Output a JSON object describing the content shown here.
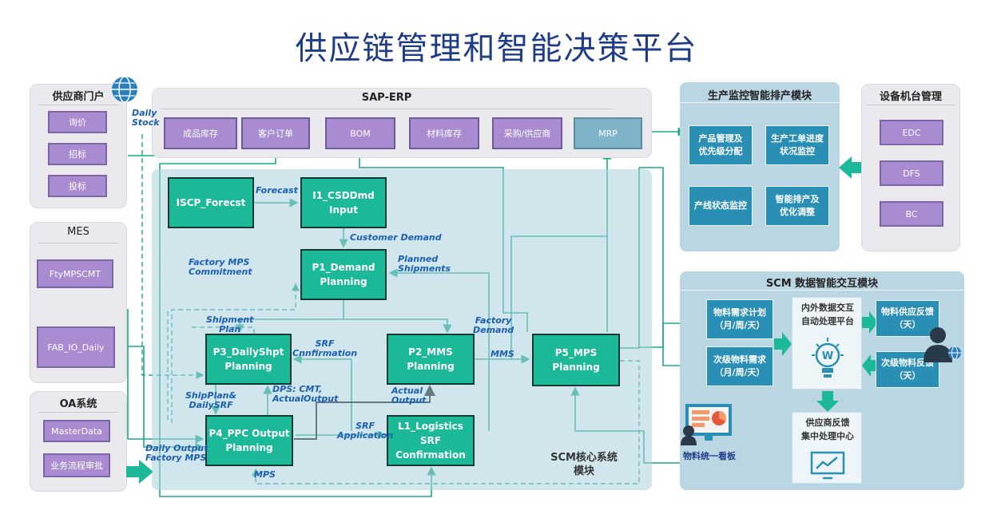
{
  "title": "供应链管理和智能决策平台",
  "supplier_portal": {
    "title": "供应商门户",
    "items": [
      "询价",
      "招标",
      "投标"
    ]
  },
  "mes": {
    "title": "MES",
    "items": [
      "FtyMPSCMT",
      "FAB_IO_Daily"
    ]
  },
  "oa": {
    "title": "OA系统",
    "items": [
      "MasterData",
      "业务流程审批"
    ]
  },
  "sap": {
    "title": "SAP-ERP",
    "items": [
      "成品库存",
      "客户订单",
      "BOM",
      "材料库存",
      "采购/供应商"
    ],
    "mrp": "MRP"
  },
  "production_monitor": {
    "title": "生产监控智能排产模块",
    "items": [
      "产品管理及\n优先级分配",
      "生产工单进度\n状况监控",
      "产线状态监控",
      "智能排产及\n优化调整"
    ]
  },
  "equipment": {
    "title": "设备机台管理",
    "items": [
      "EDC",
      "DFS",
      "BC"
    ]
  },
  "core": {
    "label": "SCM核心系统\n模块",
    "boxes": {
      "iscp": "ISCP_Forecst",
      "i1": "I1_CSDDmd\nInput",
      "p1": "P1_Demand\nPlanning",
      "p3": "P3_DailyShpt\nPlanning",
      "p2": "P2_MMS\nPlanning",
      "p5": "P5_MPS\nPlanning",
      "p4": "P4_PPC Output\nPlanning",
      "l1": "L1_Logistics SRF\nConfirmation"
    },
    "labels": {
      "daily_stock": "Daily\nStock",
      "forecast": "Forecast",
      "customer_demand": "Customer Demand",
      "factory_mps_commitment": "Factory MPS\nCommitment",
      "planned_shipments": "Planned\nShipments",
      "shipment_plan": "Shipment\nPlan",
      "factory_demand": "Factory\nDemand",
      "srf_confirmation": "SRF\nCnnfirmation",
      "mms": "MMS",
      "shipplan_dailysrf": "ShipPlan&\nDailySRF",
      "dps": "DPS: CMT,\nActualOutput",
      "actual_output": "Actual\nOutput",
      "srf_application": "SRF\nApplication",
      "daily_output": "Daily Output\nFactory MPS",
      "mps": "MPS"
    }
  },
  "scm_data": {
    "title": "SCM 数据智能交互模块",
    "left": [
      "物料需求计划\n（月/周/天）",
      "次级物料需求\n（月/周/天）"
    ],
    "center": "内外数据交互\n自动处理平台",
    "right": [
      "物料供应反馈\n（天）",
      "次级物料反馈\n（天）"
    ],
    "feedback": "供应商反馈\n集中处理中心",
    "dashboard": "物料统一看板"
  }
}
